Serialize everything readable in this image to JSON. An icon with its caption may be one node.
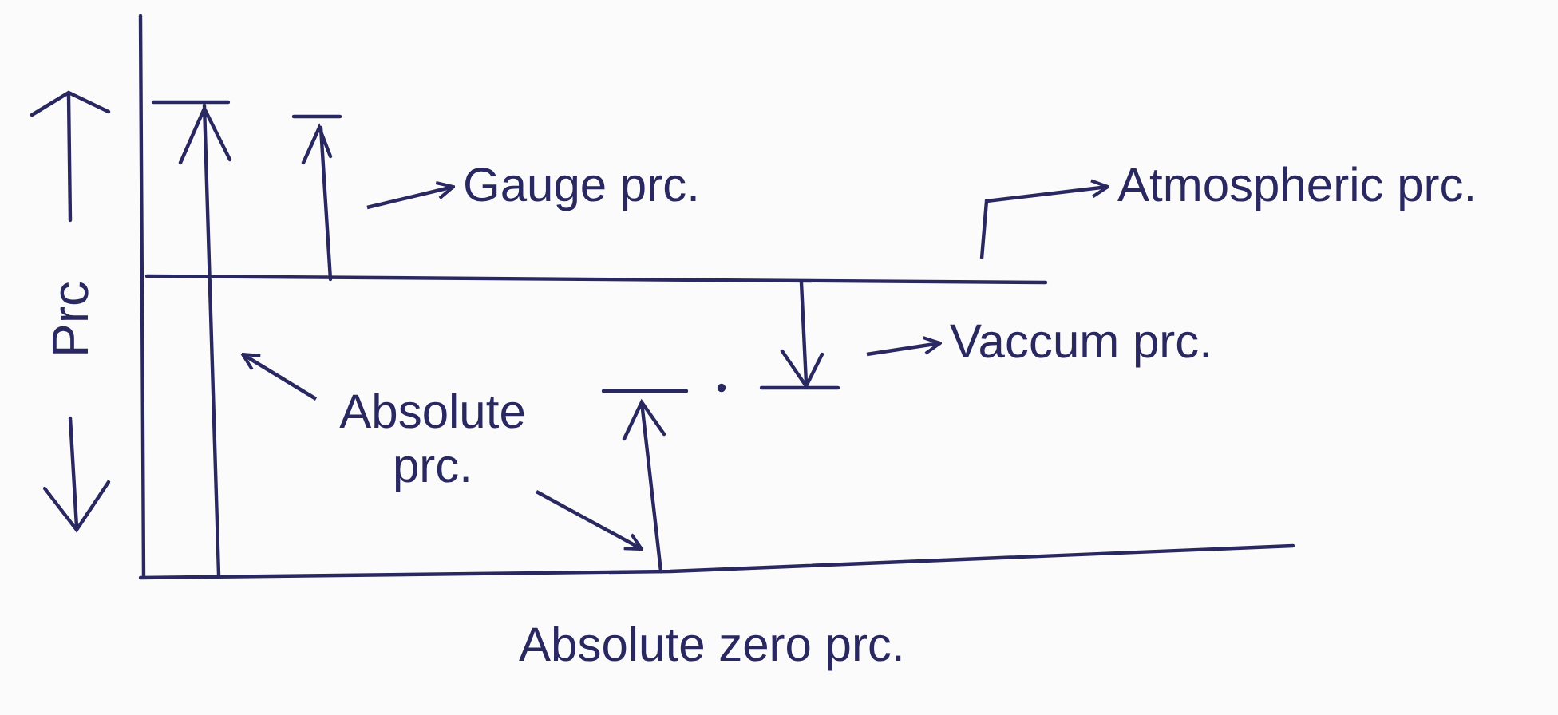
{
  "diagram": {
    "nodes": [
      {
        "text": [
          "Gauge prc."
        ]
      },
      {
        "text": [
          "Atmospheric prc."
        ]
      },
      {
        "text": [
          "Vaccum prc."
        ]
      },
      {
        "text": [
          "Absolute prc."
        ]
      },
      {
        "text": [
          "Absolute zero prc."
        ]
      }
    ],
    "edges": [
      {
        "from": null,
        "to": 0,
        "arrow": "to"
      },
      {
        "from": null,
        "to": 1,
        "arrow": "to"
      },
      {
        "from": null,
        "to": 2,
        "arrow": "to"
      },
      {
        "from": 3,
        "to": null,
        "arrow": "to"
      },
      {
        "from": 3,
        "to": null,
        "arrow": "to"
      }
    ],
    "labels": [
      "Prc"
    ]
  }
}
